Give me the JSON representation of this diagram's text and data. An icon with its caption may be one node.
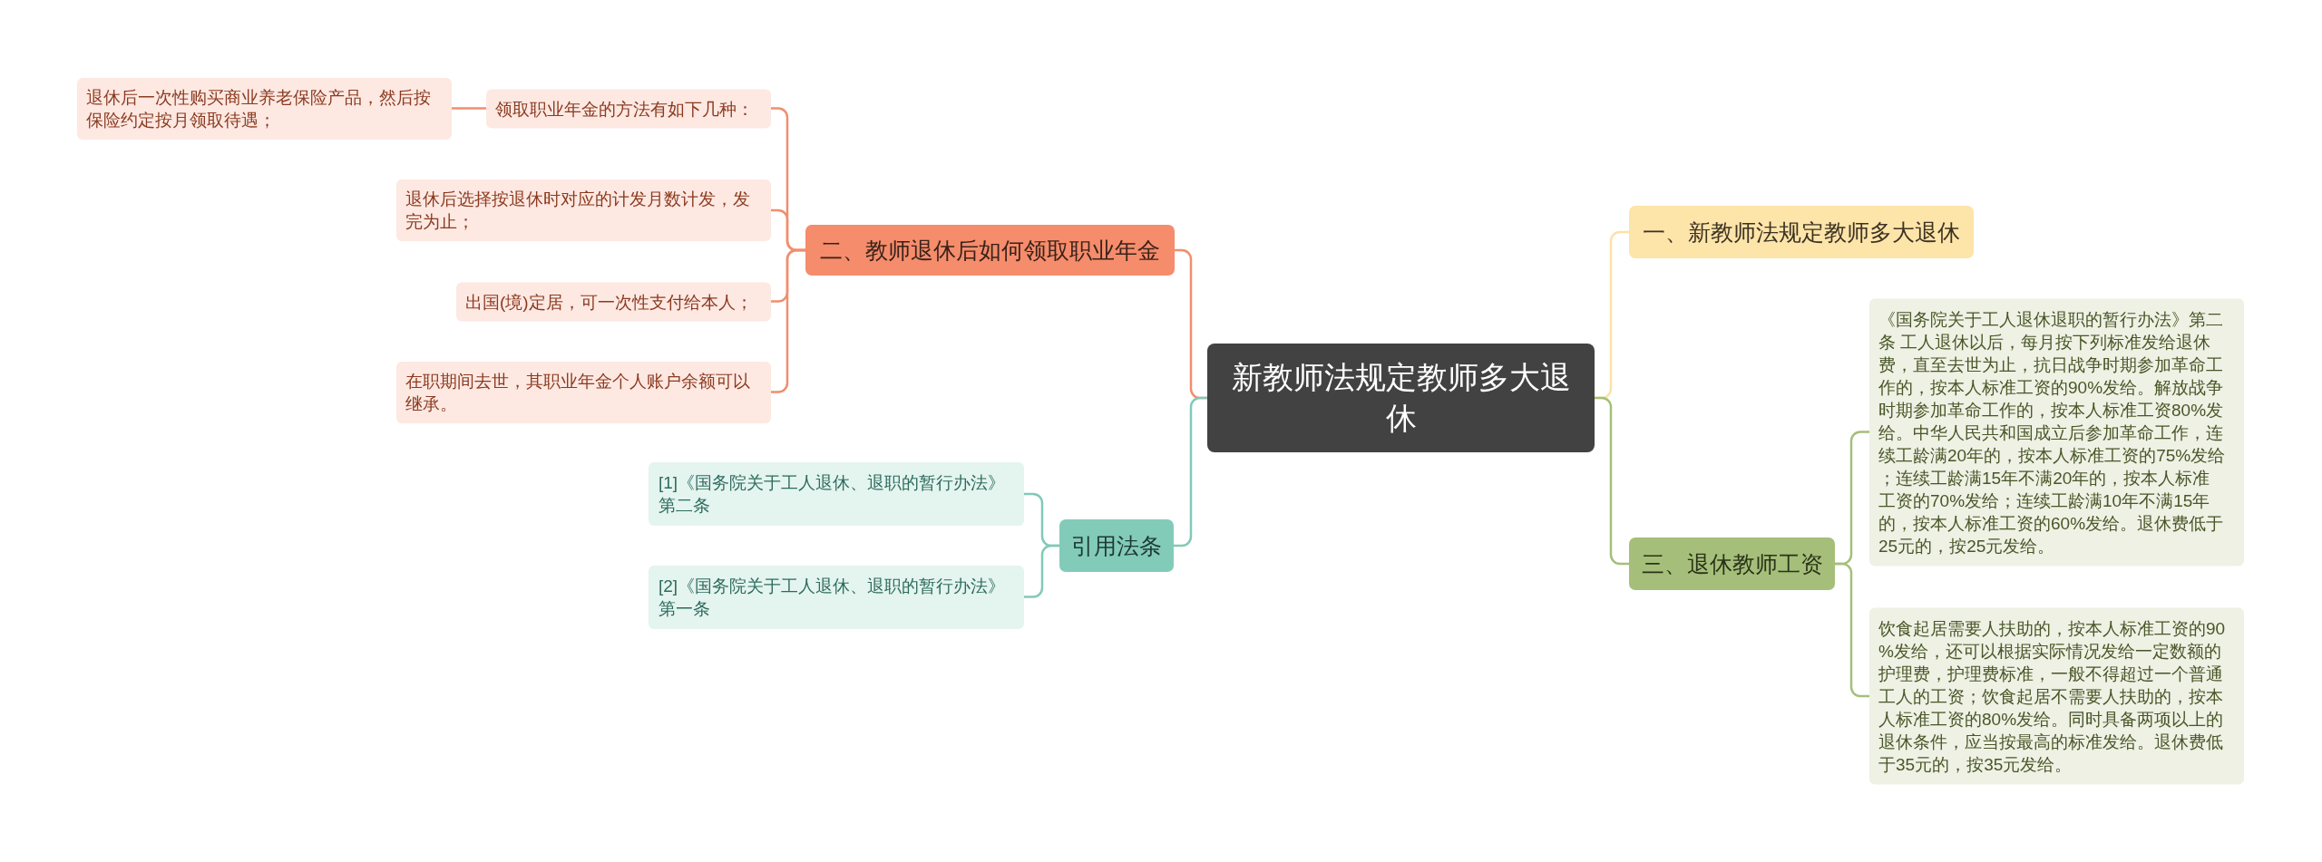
{
  "diagram": {
    "nodes": [
      {
        "text": [
          "新教师法规定教师多大退休"
        ]
      },
      {
        "text": [
          "二、教师退休后如何领取职业年金"
        ]
      },
      {
        "text": [
          "领取职业年金的方法有如下几种："
        ]
      },
      {
        "text": [
          "退休后一次性购买商业养老保险产品，然后按保险约定按月领取待遇；"
        ]
      },
      {
        "text": [
          "退休后选择按退休时对应的计发月数计发，发完为止；"
        ]
      },
      {
        "text": [
          "出国(境)定居，可一次性支付给本人；"
        ]
      },
      {
        "text": [
          "在职期间去世，其职业年金个人账户余额可以继承。"
        ]
      },
      {
        "text": [
          "引用法条"
        ]
      },
      {
        "text": [
          "[1]《国务院关于工人退休、退职的暂行办法》第二条"
        ]
      },
      {
        "text": [
          "[2]《国务院关于工人退休、退职的暂行办法》第一条"
        ]
      },
      {
        "text": [
          "一、新教师法规定教师多大退休"
        ]
      },
      {
        "text": [
          "三、退休教师工资"
        ]
      },
      {
        "text": [
          "《国务院关于工人退休退职的暂行办法》第二条 工人退休以后，每月按下列标准发给退休费，直至去世为止，抗日战争时期参加革命工作的，按本人标准工资的90%发给。解放战争时期参加革命工作的，按本人标准工资80%发给。中华人民共和国成立后参加革命工作，连续工龄满20年的，按本人标准工资的75%发给；连续工龄满15年不满20年的，按本人标准工资的70%发给；连续工龄满10年不满15年的，按本人标准工资的60%发给。退休费低于25元的，按25元发给。"
        ]
      },
      {
        "text": [
          "饮食起居需要人扶助的，按本人标准工资的90%发给，还可以根据实际情况发给一定数额的护理费，护理费标准，一般不得超过一个普通工人的工资；饮食起居不需要人扶助的，按本人标准工资的80%发给。同时具备两项以上的退休条件，应当按最高的标准发给。退休费低于35元的，按35元发给。"
        ]
      }
    ],
    "edges": [
      {
        "from": 0,
        "to": 1,
        "arrow": "none"
      },
      {
        "from": 1,
        "to": 2,
        "arrow": "none"
      },
      {
        "from": 2,
        "to": 3,
        "arrow": "none"
      },
      {
        "from": 1,
        "to": 4,
        "arrow": "none"
      },
      {
        "from": 1,
        "to": 5,
        "arrow": "none"
      },
      {
        "from": 1,
        "to": 6,
        "arrow": "none"
      },
      {
        "from": 0,
        "to": 7,
        "arrow": "none",
        "color": "#82c9b7"
      },
      {
        "from": 7,
        "to": 8,
        "arrow": "none",
        "color": "#82c9b7"
      },
      {
        "from": 7,
        "to": 9,
        "arrow": "none",
        "color": "#82c9b7"
      },
      {
        "from": 0,
        "to": 10,
        "arrow": "none",
        "color": "#fbe2a6"
      },
      {
        "from": 0,
        "to": 11,
        "arrow": "none",
        "color": "#a5bf7a"
      },
      {
        "from": 11,
        "to": 12,
        "arrow": "none",
        "color": "#a5bf7a"
      },
      {
        "from": 11,
        "to": 13,
        "arrow": "none",
        "color": "#a5bf7a"
      }
    ]
  }
}
